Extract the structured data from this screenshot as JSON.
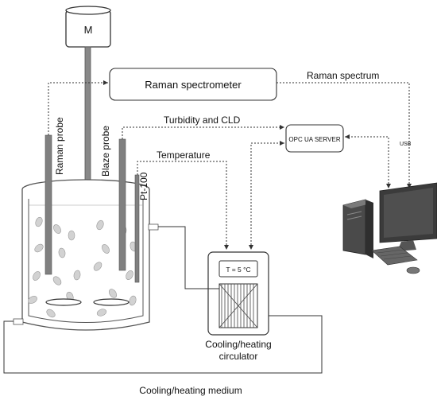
{
  "labels": {
    "motor": "M",
    "raman_spectrometer": "Raman spectrometer",
    "raman_spectrum": "Raman spectrum",
    "turbidity": "Turbidity and CLD",
    "opc_server": "OPC UA SERVER",
    "usb": "USB",
    "temperature": "Temperature",
    "raman_probe": "Raman probe",
    "blaze_probe": "Blaze probe",
    "pt100": "Pt-100",
    "setpoint": "T = 5 °C",
    "circulator_line1": "Cooling/heating",
    "circulator_line2": "circulator",
    "medium": "Cooling/heating medium"
  },
  "colors": {
    "probe": "#808080",
    "vessel": "#555555",
    "crystal": "#cfcfcf",
    "line": "#333333"
  }
}
